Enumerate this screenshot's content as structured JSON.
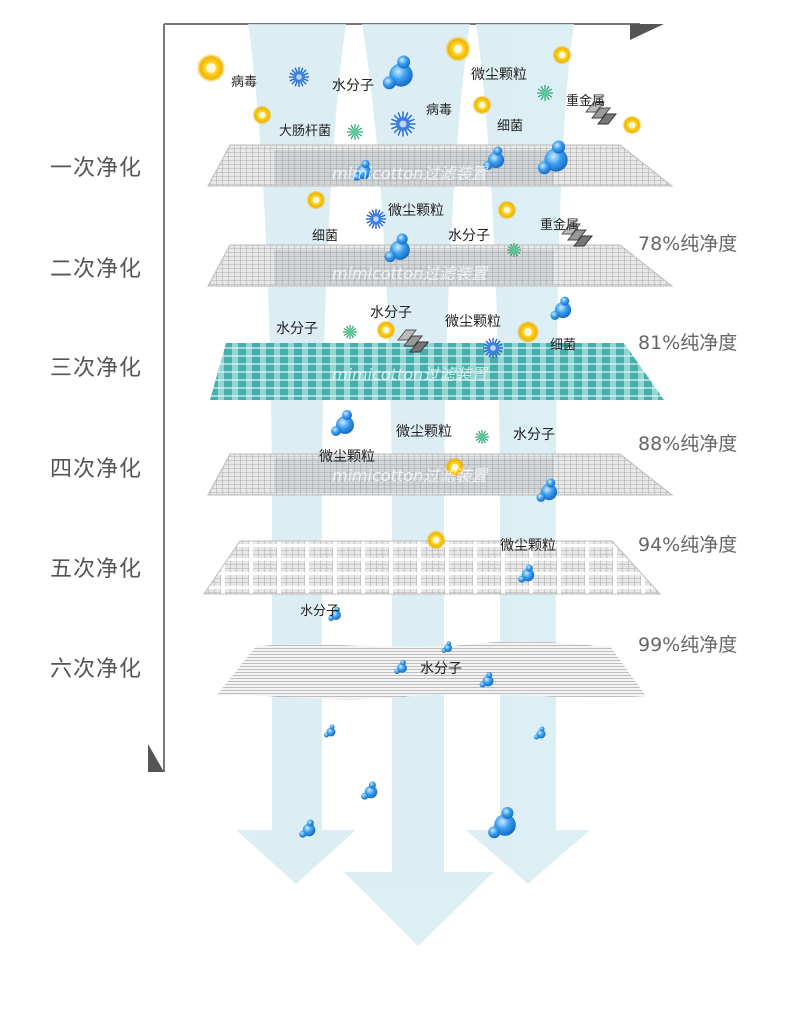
{
  "stages": [
    {
      "label": "一次净化",
      "purity": ""
    },
    {
      "label": "二次净化",
      "purity": "78%纯净度"
    },
    {
      "label": "三次净化",
      "purity": "81%纯净度"
    },
    {
      "label": "四次净化",
      "purity": "88%纯净度"
    },
    {
      "label": "五次净化",
      "purity": "94%纯净度"
    },
    {
      "label": "六次净化",
      "purity": "99%纯净度"
    }
  ],
  "brand_text": "mimicotton过滤装置",
  "particle_labels": {
    "virus": "病毒",
    "water": "水分子",
    "dust": "微尘颗粒",
    "heavy_metal": "重金属",
    "ecoli": "大肠杆菌",
    "bacteria": "细菌"
  },
  "colors": {
    "flow": "#d4ebf2",
    "sheet": "#9e9e9e",
    "teal_sheet": "#3fb0b0",
    "water": "#2b8fe0",
    "dust": "#f0b400",
    "virus": "#2266cc",
    "bacteria": "#2aa36b",
    "metal": "#888888"
  },
  "icons": [
    "water-molecule-icon",
    "dust-particle-icon",
    "virus-icon",
    "bacteria-icon",
    "heavy-metal-icon"
  ]
}
